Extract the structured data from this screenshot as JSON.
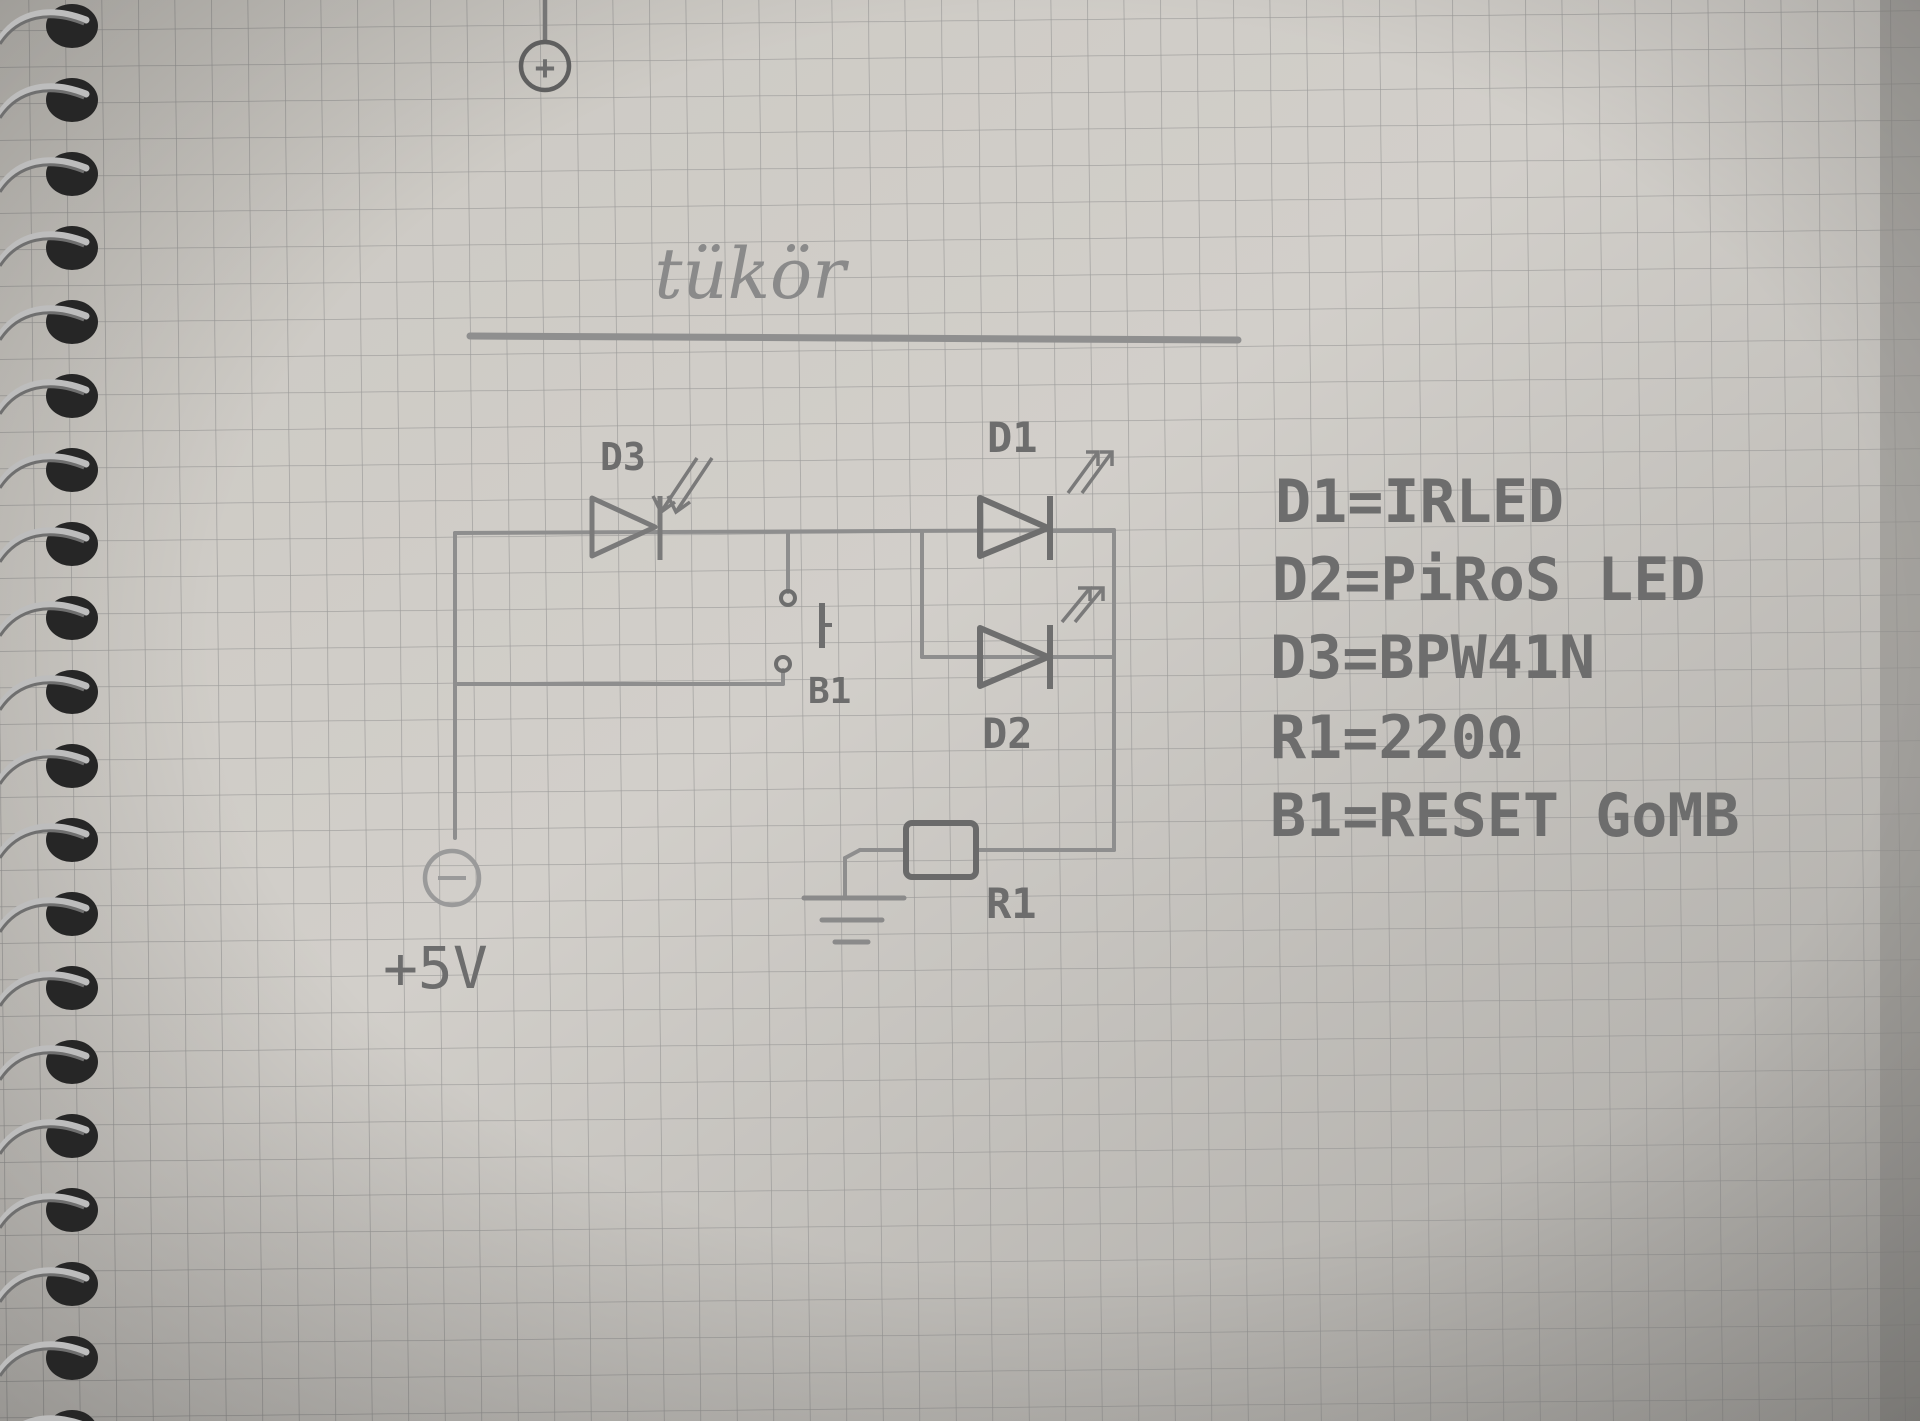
{
  "heading": "tükör",
  "components": {
    "d1": "D1",
    "d2": "D2",
    "d3": "D3",
    "r1": "R1",
    "b1": "B1"
  },
  "terminals": {
    "supply": "+5V",
    "top": "+"
  },
  "legend": [
    "D1=IRLED",
    "D2=PiRoS LED",
    "D3=BPW41N",
    "R1=220Ω",
    "B1=RESET GoMB"
  ],
  "colors": {
    "paper": "#c9c6c0",
    "grid": "#8c8c8c",
    "pencil": "#7c7c7c",
    "spiral": "#1e1e1e"
  }
}
